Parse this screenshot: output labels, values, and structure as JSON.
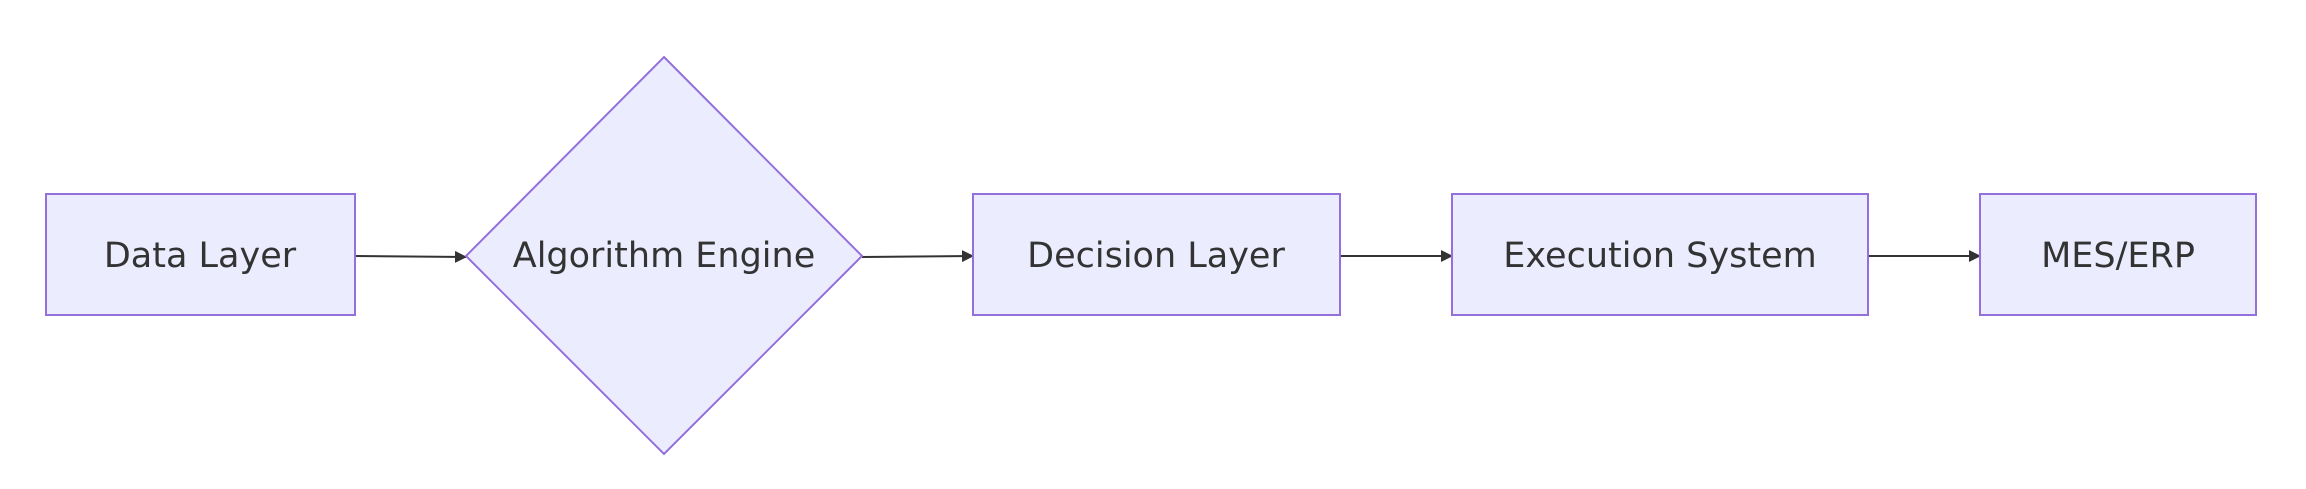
{
  "diagram": {
    "type": "flowchart",
    "direction": "left-to-right",
    "colors": {
      "node_fill": "#ECECFF",
      "node_stroke": "#9370DB",
      "edge": "#333333",
      "text": "#333333"
    },
    "nodes": [
      {
        "id": "data",
        "shape": "rectangle",
        "label": "Data Layer"
      },
      {
        "id": "algo",
        "shape": "diamond",
        "label": "Algorithm Engine"
      },
      {
        "id": "decision",
        "shape": "rectangle",
        "label": "Decision Layer"
      },
      {
        "id": "exec",
        "shape": "rectangle",
        "label": "Execution System"
      },
      {
        "id": "mes",
        "shape": "rectangle",
        "label": "MES/ERP"
      }
    ],
    "edges": [
      {
        "from": "data",
        "to": "algo"
      },
      {
        "from": "algo",
        "to": "decision"
      },
      {
        "from": "decision",
        "to": "exec"
      },
      {
        "from": "exec",
        "to": "mes"
      }
    ]
  }
}
